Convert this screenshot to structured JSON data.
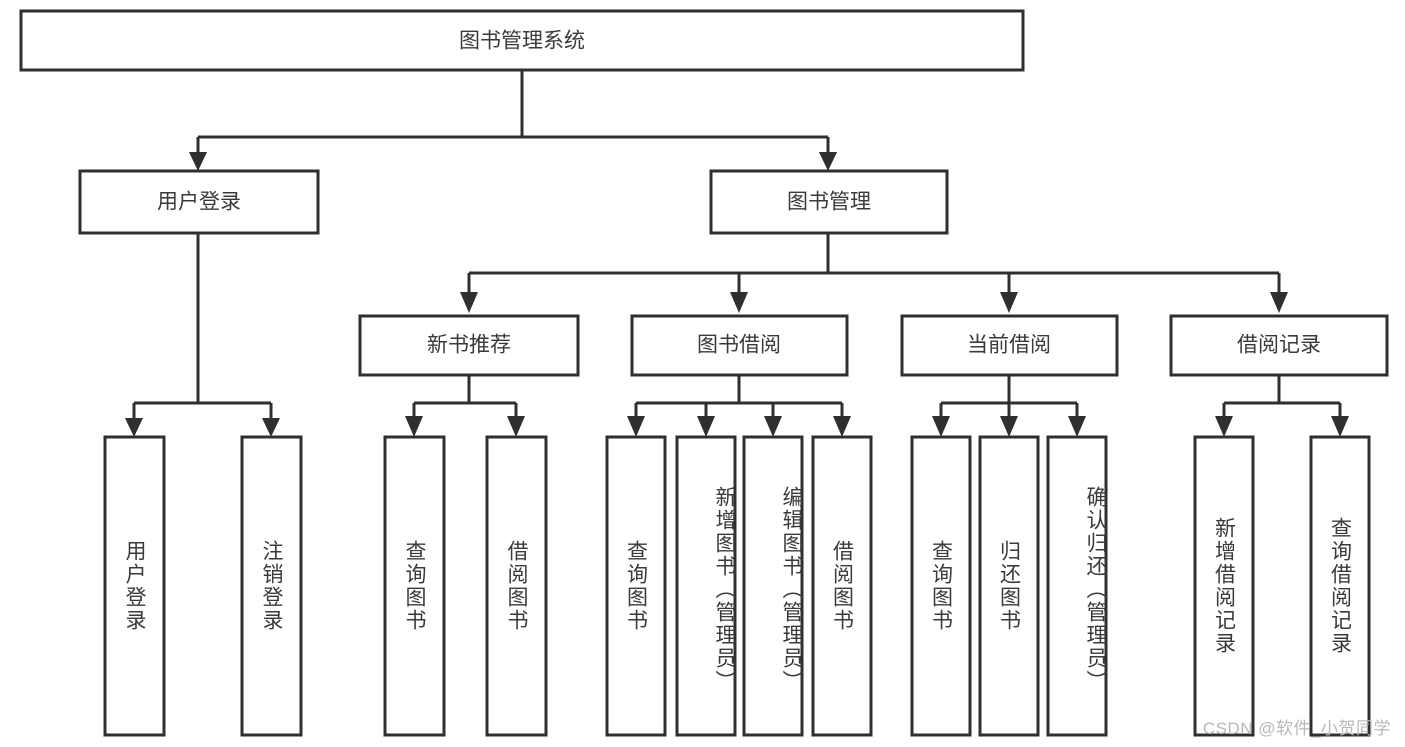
{
  "diagram": {
    "title": "图书管理系统",
    "type": "tree-hierarchy",
    "watermark": "CSDN @软件_小贺同学",
    "colors": {
      "stroke": "#2f2f2f",
      "fill": "#ffffff",
      "text": "#3a3a3a",
      "watermark": "#b8b8b8",
      "background": "#ffffff"
    },
    "root": {
      "label": "图书管理系统"
    },
    "level2": [
      {
        "label": "用户登录"
      },
      {
        "label": "图书管理"
      }
    ],
    "level3": [
      {
        "label": "新书推荐"
      },
      {
        "label": "图书借阅"
      },
      {
        "label": "当前借阅"
      },
      {
        "label": "借阅记录"
      }
    ],
    "leaves": {
      "user_login": [
        {
          "label": "用户登录"
        },
        {
          "label": "注销登录"
        }
      ],
      "new_book_recommend": [
        {
          "label": "查询图书"
        },
        {
          "label": "借阅图书"
        }
      ],
      "book_borrow": [
        {
          "label": "查询图书"
        },
        {
          "label": "新增图书（管理员）"
        },
        {
          "label": "编辑图书（管理员）"
        },
        {
          "label": "借阅图书"
        }
      ],
      "current_borrow": [
        {
          "label": "查询图书"
        },
        {
          "label": "归还图书"
        },
        {
          "label": "确认归还（管理员）"
        }
      ],
      "borrow_record": [
        {
          "label": "新增借阅记录"
        },
        {
          "label": "查询借阅记录"
        }
      ]
    }
  }
}
